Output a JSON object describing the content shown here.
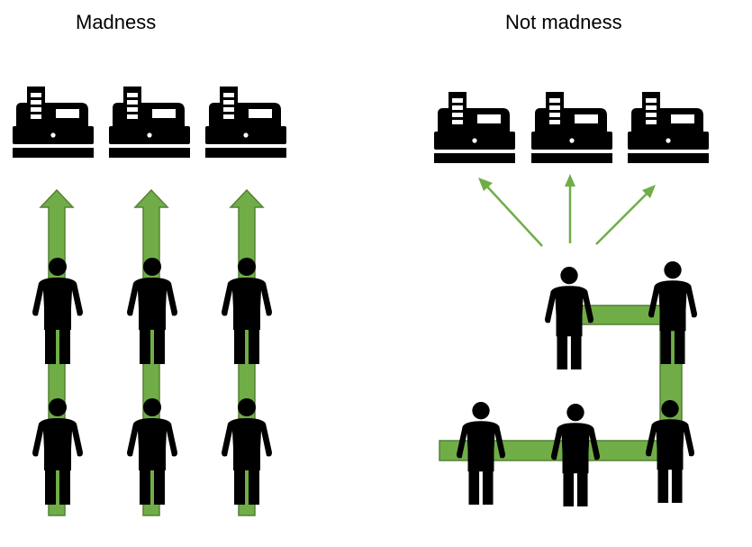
{
  "diagram": {
    "left_title": "Madness",
    "right_title": "Not madness",
    "colors": {
      "arrow_fill": "#70AD47",
      "arrow_stroke": "#548235",
      "icon": "#000000",
      "background": "#FFFFFF"
    },
    "icons": {
      "register": "cash-register-icon",
      "person": "person-icon"
    },
    "left": {
      "registers": 3,
      "lines": 3,
      "people_per_line": 2
    },
    "right": {
      "registers": 3,
      "queue_people": 5
    }
  }
}
